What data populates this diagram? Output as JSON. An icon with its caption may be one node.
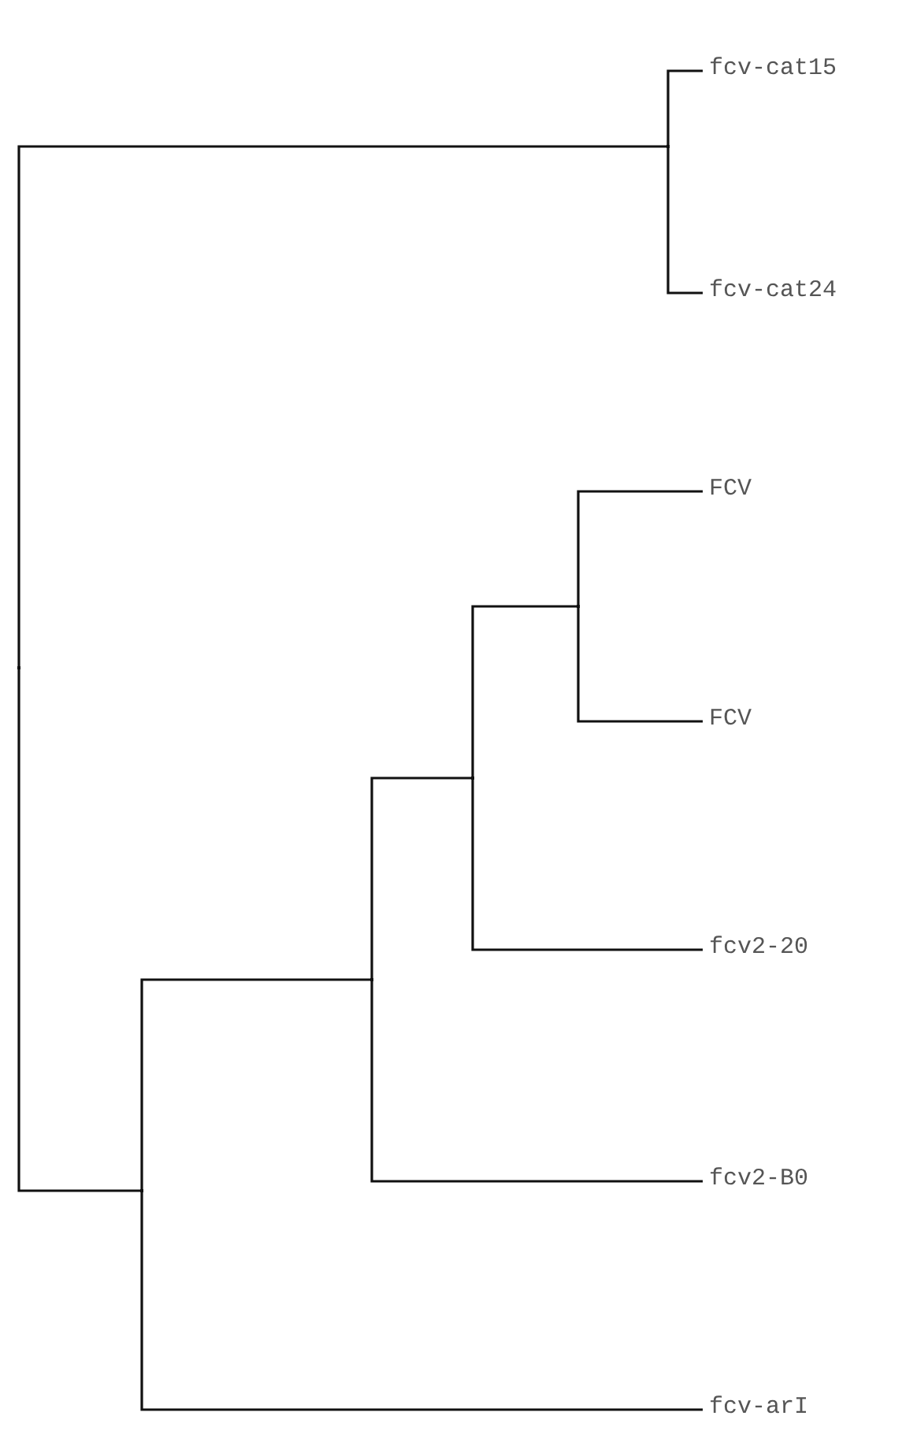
{
  "diagram": {
    "nodes": [
      {
        "text": [
          "fcv-cat15"
        ]
      },
      {
        "text": [
          "fcv-cat24"
        ]
      },
      {
        "text": [
          "FCV"
        ]
      },
      {
        "text": [
          "FCV"
        ]
      },
      {
        "text": [
          "fcv2-20"
        ]
      },
      {
        "text": [
          "fcv2-B0"
        ]
      },
      {
        "text": [
          "fcv-arI"
        ]
      },
      {
        "text": [],
        "shape": "junction"
      },
      {
        "text": [],
        "shape": "junction"
      },
      {
        "text": [],
        "shape": "junction"
      },
      {
        "text": [],
        "shape": "junction"
      },
      {
        "text": [],
        "shape": "junction"
      },
      {
        "text": [],
        "shape": "junction"
      }
    ],
    "edges": [
      {
        "from": 7,
        "to": 8,
        "arrow": "none"
      },
      {
        "from": 7,
        "to": 12,
        "arrow": "none"
      },
      {
        "from": 8,
        "to": 0,
        "arrow": "none"
      },
      {
        "from": 8,
        "to": 1,
        "arrow": "none"
      },
      {
        "from": 12,
        "to": 11,
        "arrow": "none"
      },
      {
        "from": 12,
        "to": 6,
        "arrow": "none"
      },
      {
        "from": 11,
        "to": 10,
        "arrow": "none"
      },
      {
        "from": 11,
        "to": 5,
        "arrow": "none"
      },
      {
        "from": 10,
        "to": 9,
        "arrow": "none"
      },
      {
        "from": 10,
        "to": 4,
        "arrow": "none"
      },
      {
        "from": 9,
        "to": 2,
        "arrow": "none"
      },
      {
        "from": 9,
        "to": 3,
        "arrow": "none"
      }
    ]
  }
}
